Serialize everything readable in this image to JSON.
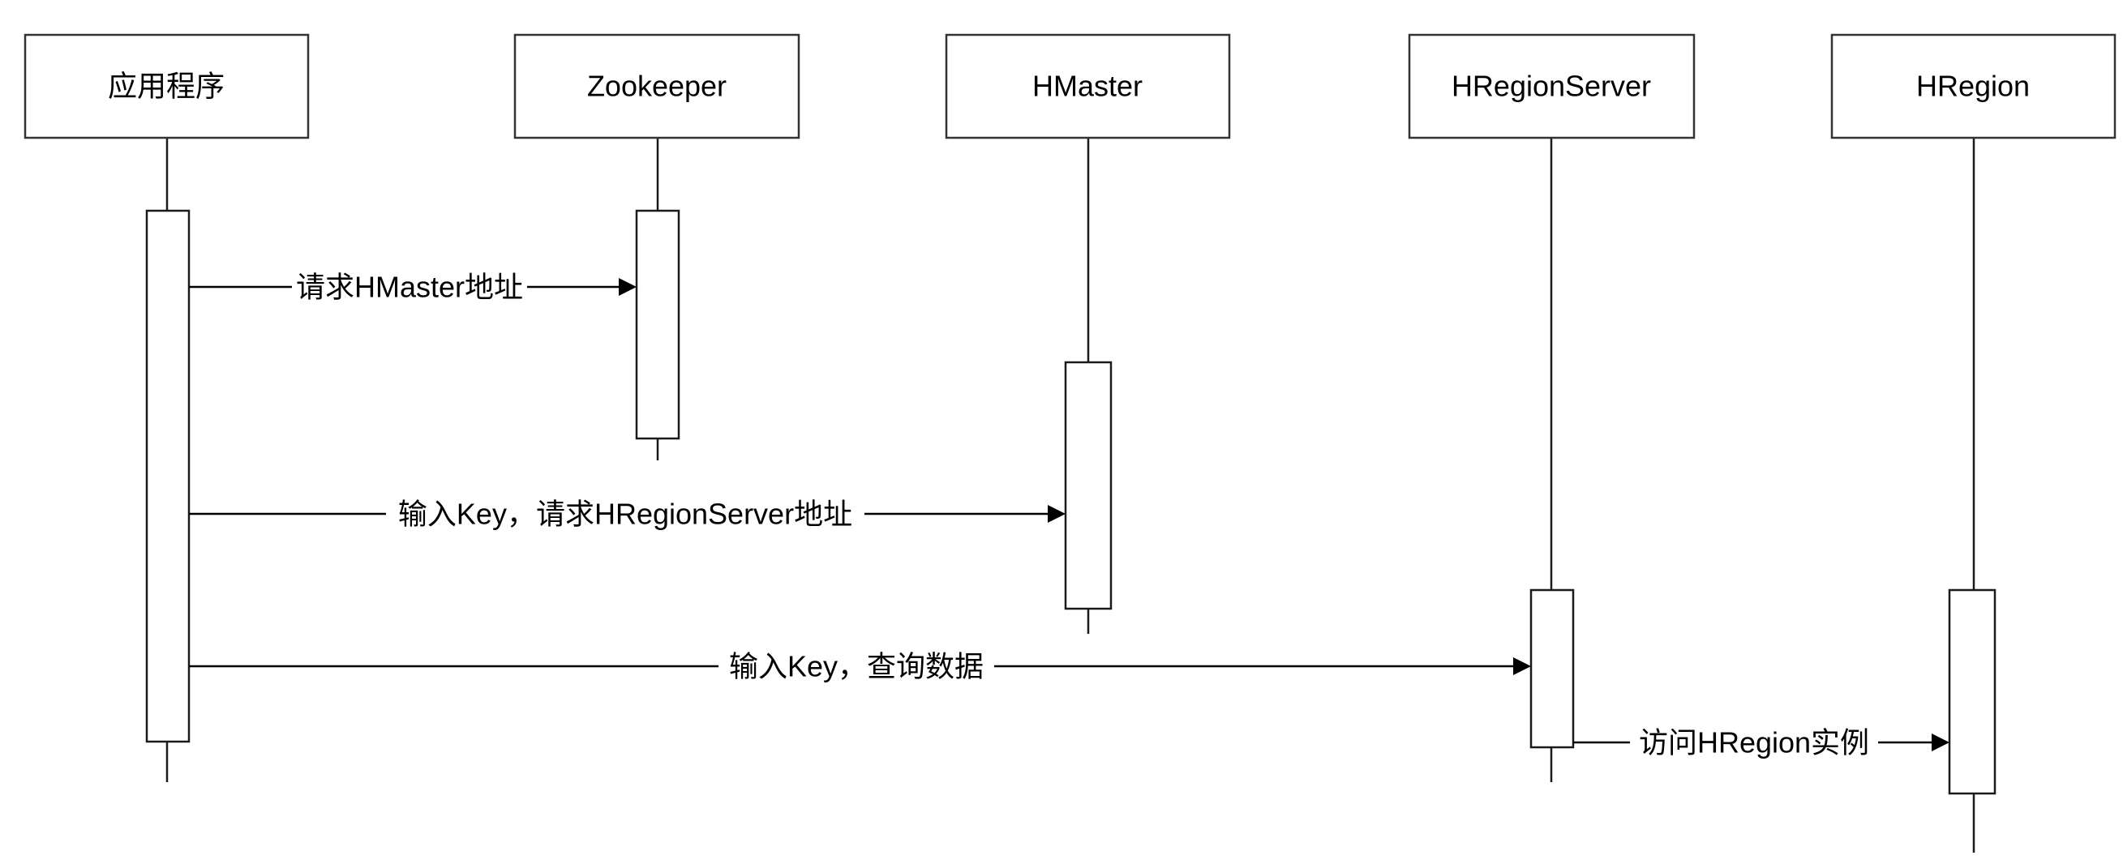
{
  "participants": [
    {
      "id": "app",
      "label": "应用程序"
    },
    {
      "id": "zookeeper",
      "label": "Zookeeper"
    },
    {
      "id": "hmaster",
      "label": "HMaster"
    },
    {
      "id": "hregionserver",
      "label": "HRegionServer"
    },
    {
      "id": "hregion",
      "label": "HRegion"
    }
  ],
  "messages": [
    {
      "from": "app",
      "to": "zookeeper",
      "label": "请求HMaster地址"
    },
    {
      "from": "app",
      "to": "hmaster",
      "label": "输入Key，请求HRegionServer地址"
    },
    {
      "from": "app",
      "to": "hregionserver",
      "label": "输入Key，查询数据"
    },
    {
      "from": "hregionserver",
      "to": "hregion",
      "label": "访问HRegion实例"
    }
  ]
}
